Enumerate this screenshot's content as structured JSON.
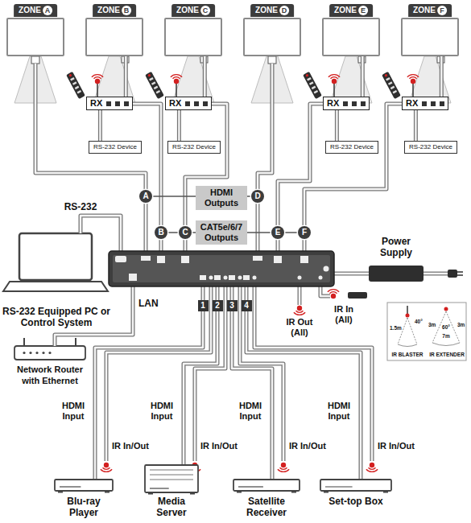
{
  "diagram": {
    "nodes": [
      {
        "text": [
          "ZONE",
          "A"
        ]
      },
      {
        "text": [
          "ZONE",
          "B"
        ]
      },
      {
        "text": [
          "ZONE",
          "C"
        ]
      },
      {
        "text": [
          "ZONE",
          "D"
        ]
      },
      {
        "text": [
          "ZONE",
          "E"
        ]
      },
      {
        "text": [
          "ZONE",
          "F"
        ]
      },
      {
        "text": [
          "RX"
        ]
      },
      {
        "text": [
          "RS-232 Device"
        ]
      },
      {
        "text": [
          "RX"
        ]
      },
      {
        "text": [
          "RS-232 Device"
        ]
      },
      {
        "text": [
          "RX"
        ]
      },
      {
        "text": [
          "RS-232 Device"
        ]
      },
      {
        "text": [
          "RX"
        ]
      },
      {
        "text": [
          "RS-232 Device"
        ]
      },
      {
        "text": [
          "RS-232 Equipped PC or Control System"
        ]
      },
      {
        "text": [
          "Network Router with Ethernet"
        ]
      },
      {
        "text": [
          "Power Supply"
        ]
      },
      {
        "text": [
          "Blu-ray Player"
        ]
      },
      {
        "text": [
          "Media Server"
        ]
      },
      {
        "text": [
          "Satellite Receiver"
        ]
      },
      {
        "text": [
          "Set-top Box"
        ]
      }
    ],
    "edges": [
      {
        "from": 6,
        "to": 1,
        "arrow": "none"
      },
      {
        "from": 6,
        "to": 7,
        "arrow": "none"
      },
      {
        "from": 8,
        "to": 2,
        "arrow": "none"
      },
      {
        "from": 8,
        "to": 9,
        "arrow": "none"
      },
      {
        "from": 10,
        "to": 4,
        "arrow": "none"
      },
      {
        "from": 10,
        "to": 11,
        "arrow": "none"
      },
      {
        "from": 12,
        "to": 5,
        "arrow": "none"
      },
      {
        "from": 12,
        "to": 13,
        "arrow": "none"
      }
    ],
    "labels": [
      "HDMI Outputs",
      "CAT5e/6/7 Outputs",
      "A",
      "D",
      "B",
      "C",
      "E",
      "F",
      "RS-232",
      "LAN",
      "IR Out (All)",
      "IR In (All)",
      "1",
      "2",
      "3",
      "4",
      "HDMI Input",
      "HDMI Input",
      "HDMI Input",
      "HDMI Input",
      "IR In/Out",
      "IR In/Out",
      "IR In/Out",
      "IR In/Out",
      "1.5m",
      "40°",
      "IR BLASTER",
      "60°",
      "3m",
      "7m",
      "3m",
      "IR EXTENDER"
    ]
  }
}
